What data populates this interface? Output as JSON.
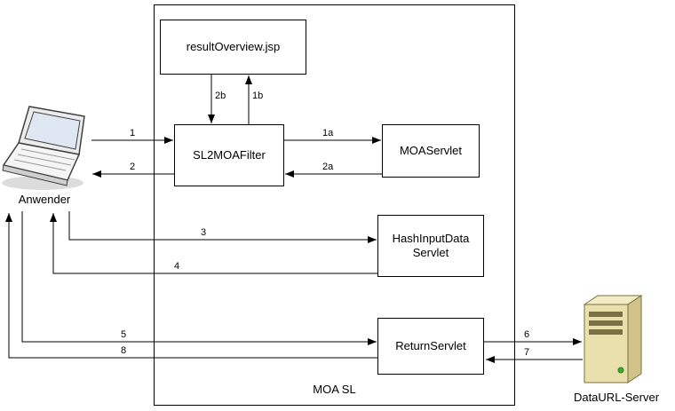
{
  "diagram": {
    "container_label": "MOA SL",
    "nodes": {
      "result_overview": "resultOverview.jsp",
      "sl2moa_filter": "SL2MOAFilter",
      "moa_servlet": "MOAServlet",
      "hash_input_servlet": "HashInputData\nServlet",
      "return_servlet": "ReturnServlet"
    },
    "actors": {
      "user": "Anwender",
      "dataurl_server": "DataURL-Server"
    },
    "arrows": {
      "n1": "1",
      "n2": "2",
      "n1a": "1a",
      "n2a": "2a",
      "n1b": "1b",
      "n2b": "2b",
      "n3": "3",
      "n4": "4",
      "n5": "5",
      "n6": "6",
      "n7": "7",
      "n8": "8"
    },
    "colors": {
      "line": "#000000",
      "box_border": "#000000",
      "box_fill": "#ffffff",
      "server_front": "#eae0ae",
      "server_side": "#d2c489",
      "server_top": "#f3ecc6",
      "led_green": "#3fae2a"
    }
  }
}
